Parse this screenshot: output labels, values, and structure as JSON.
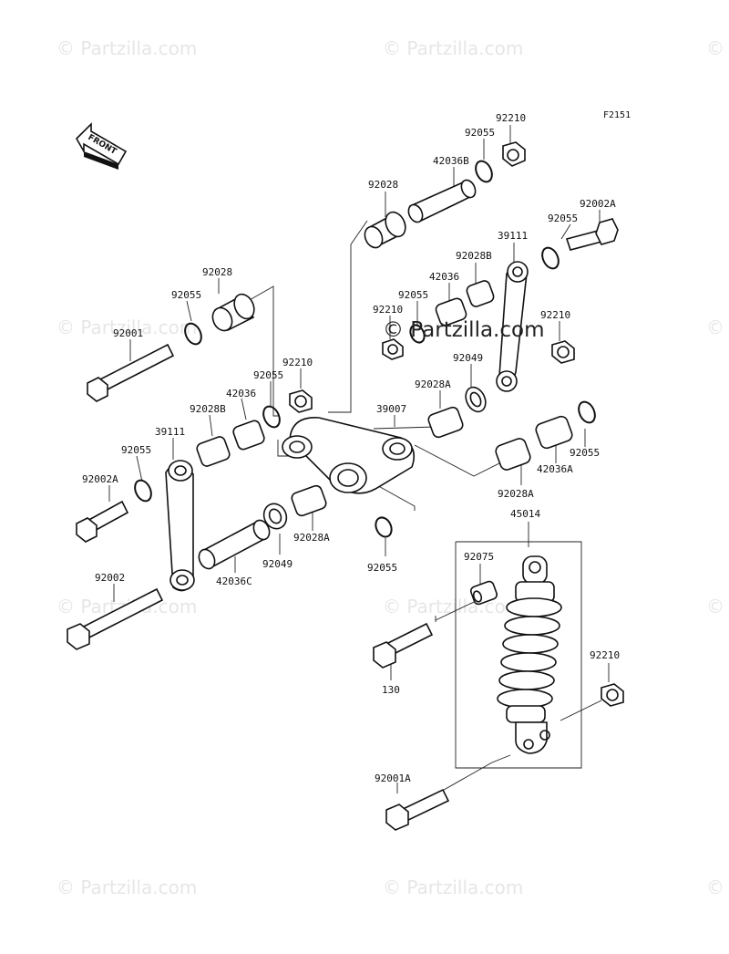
{
  "watermark": "© Partzilla.com",
  "brand_watermark": "© Partzilla.com",
  "figure_code": "F2151",
  "front_label": "FRONT",
  "parts": {
    "nut_top": "92210",
    "ring_top": "92055",
    "sleeve_42036B": "42036B",
    "bushing_top": "92028",
    "bolt_right": "92002A",
    "ring_right": "92055",
    "rod_right": "39111",
    "bushing_right_b": "92028B",
    "sleeve_right": "42036",
    "ring_right_mid": "92055",
    "nut_right_left": "92210",
    "nut_right": "92210",
    "seal_right": "92049",
    "bushing_right_a": "92028A",
    "rocker": "39007",
    "ring_far_right": "92055",
    "sleeve_42036A": "42036A",
    "bushing_lower_right_a": "92028A",
    "bushing_left": "92028",
    "ring_left_top": "92055",
    "bolt_left": "92001",
    "nut_left": "92210",
    "ring_left_mid": "92055",
    "sleeve_left": "42036",
    "bushing_left_b": "92028B",
    "rod_left": "39111",
    "ring_left": "92055",
    "bolt_left_a": "92002A",
    "seal_left": "92049",
    "bushing_lower_a": "92028A",
    "sleeve_42036C": "42036C",
    "bolt_long": "92002",
    "ring_lower": "92055",
    "shock": "45014",
    "collar": "92075",
    "bolt_130": "130",
    "nut_shock": "92210",
    "bolt_shock": "92001A"
  }
}
